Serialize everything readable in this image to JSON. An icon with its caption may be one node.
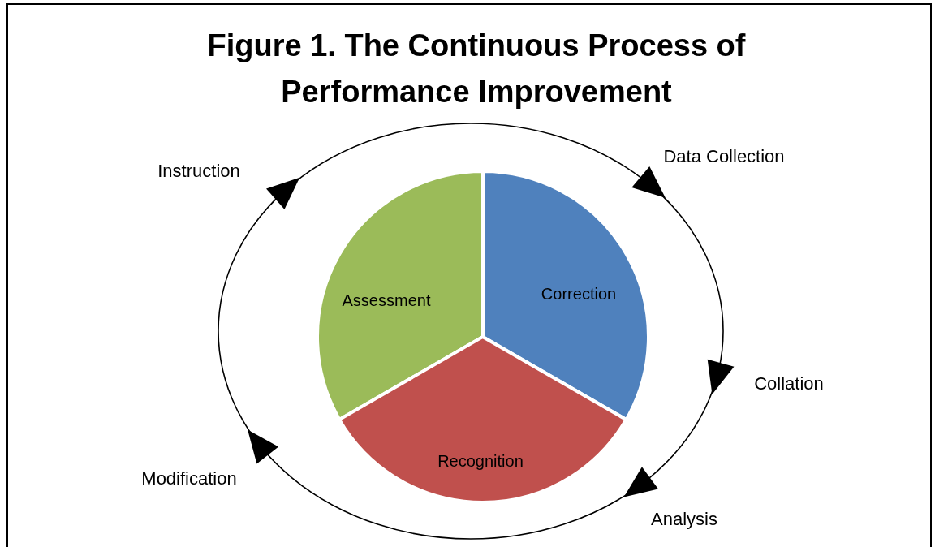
{
  "diagram": {
    "title": "Figure 1. The Continuous Process of Performance Improvement",
    "nodes": [
      {
        "text": [
          "Assessment"
        ]
      },
      {
        "text": [
          "Correction"
        ]
      },
      {
        "text": [
          "Recognition"
        ]
      }
    ],
    "labels": [
      "Data Collection",
      "Instruction",
      "Collation",
      "Modification",
      "Analysis"
    ]
  }
}
